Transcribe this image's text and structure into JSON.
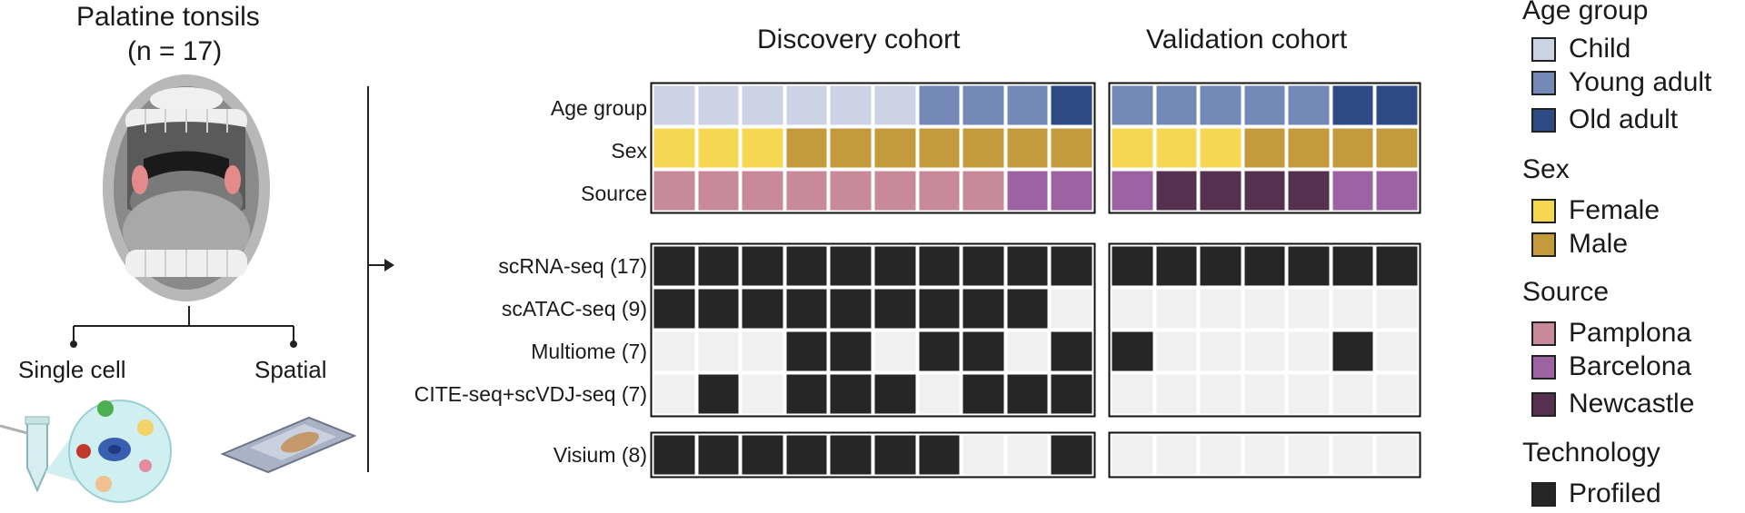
{
  "tissue": {
    "title": "Palatine tonsils",
    "count": "(n = 17)"
  },
  "branches": {
    "left": "Single cell",
    "right": "Spatial"
  },
  "cohorts": {
    "discovery": "Discovery cohort",
    "validation": "Validation cohort"
  },
  "rows": {
    "age_group": "Age group",
    "sex": "Sex",
    "source": "Source",
    "scrna": "scRNA-seq (17)",
    "scatac": "scATAC-seq (9)",
    "multiome": "Multiome (7)",
    "cite": "CITE-seq+scVDJ-seq (7)",
    "visium": "Visium (8)"
  },
  "colors": {
    "child": "#ccd3e4",
    "young_adult": "#7489b5",
    "old_adult": "#2d4a84",
    "female": "#f5d752",
    "male": "#c49b3c",
    "pamplona": "#c8899a",
    "barcelona": "#9d62a2",
    "newcastle": "#55304f",
    "profiled": "#262626",
    "not_profiled": "#f0f0f0"
  },
  "grid": {
    "discovery": {
      "age_group": [
        "child",
        "child",
        "child",
        "child",
        "child",
        "child",
        "young_adult",
        "young_adult",
        "young_adult",
        "old_adult"
      ],
      "sex": [
        "female",
        "female",
        "female",
        "male",
        "male",
        "male",
        "male",
        "male",
        "male",
        "male"
      ],
      "source": [
        "pamplona",
        "pamplona",
        "pamplona",
        "pamplona",
        "pamplona",
        "pamplona",
        "pamplona",
        "pamplona",
        "barcelona",
        "barcelona"
      ],
      "scrna": [
        1,
        1,
        1,
        1,
        1,
        1,
        1,
        1,
        1,
        1
      ],
      "scatac": [
        1,
        1,
        1,
        1,
        1,
        1,
        1,
        1,
        1,
        0
      ],
      "multiome": [
        0,
        0,
        0,
        1,
        1,
        0,
        1,
        1,
        0,
        1
      ],
      "cite": [
        0,
        1,
        0,
        1,
        1,
        1,
        0,
        1,
        1,
        1
      ],
      "visium": [
        1,
        1,
        1,
        1,
        1,
        1,
        1,
        0,
        0,
        1
      ]
    },
    "validation": {
      "age_group": [
        "young_adult",
        "young_adult",
        "young_adult",
        "young_adult",
        "young_adult",
        "old_adult",
        "old_adult"
      ],
      "sex": [
        "female",
        "female",
        "female",
        "male",
        "male",
        "male",
        "male"
      ],
      "source": [
        "barcelona",
        "newcastle",
        "newcastle",
        "newcastle",
        "newcastle",
        "barcelona",
        "barcelona"
      ],
      "scrna": [
        1,
        1,
        1,
        1,
        1,
        1,
        1
      ],
      "scatac": [
        0,
        0,
        0,
        0,
        0,
        0,
        0
      ],
      "multiome": [
        1,
        0,
        0,
        0,
        0,
        1,
        0
      ],
      "cite": [
        0,
        0,
        0,
        0,
        0,
        0,
        0
      ],
      "visium": [
        0,
        0,
        0,
        0,
        0,
        0,
        0
      ]
    }
  },
  "legend": {
    "age_group": {
      "title": "Age group",
      "items": [
        "Child",
        "Young adult",
        "Old adult"
      ]
    },
    "sex": {
      "title": "Sex",
      "items": [
        "Female",
        "Male"
      ]
    },
    "source": {
      "title": "Source",
      "items": [
        "Pamplona",
        "Barcelona",
        "Newcastle"
      ]
    },
    "technology": {
      "title": "Technology",
      "items": [
        "Profiled"
      ]
    }
  },
  "icons": [
    "mouth-illustration",
    "tube-icon",
    "cells-magnifier-icon",
    "spatial-slide-icon",
    "arrow-right-icon"
  ]
}
